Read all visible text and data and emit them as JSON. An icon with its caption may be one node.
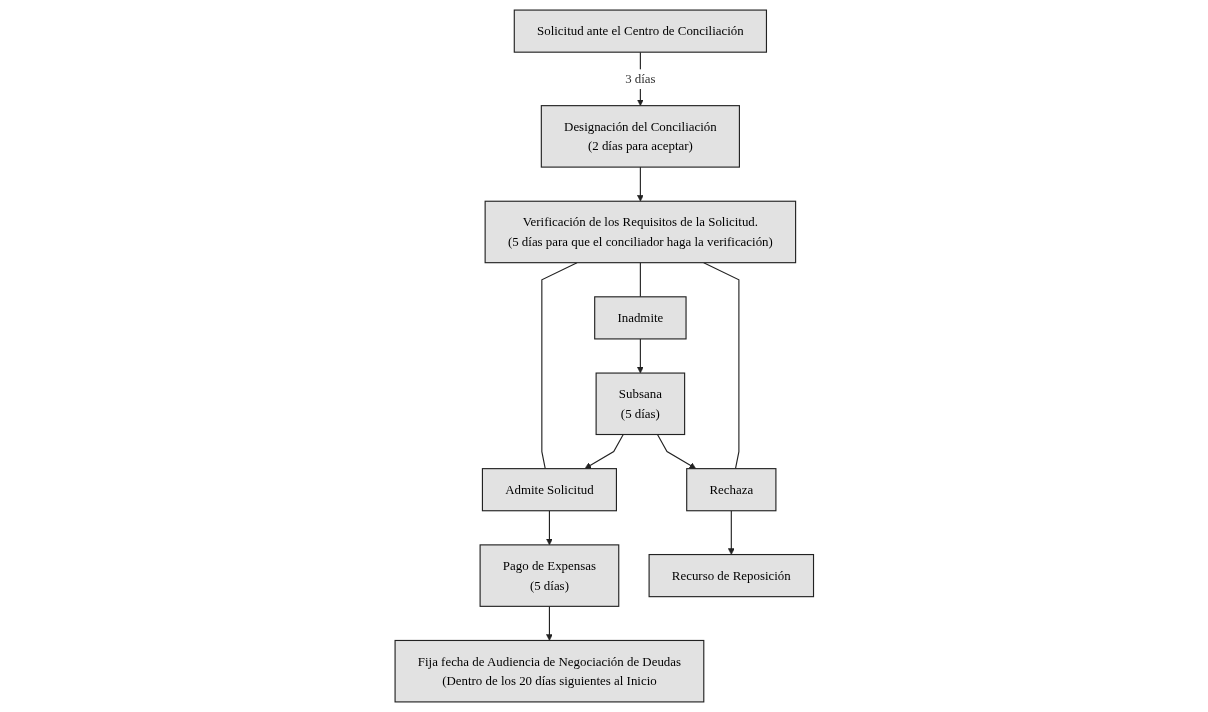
{
  "diagram": {
    "nodes": [
      {
        "text": [
          "Solicitud ante el Centro de Conciliación"
        ]
      },
      {
        "text": [
          "Designación del Conciliación",
          "(2 días para aceptar)"
        ]
      },
      {
        "text": [
          "Verificación de los Requisitos de la Solicitud.",
          "(5 días para que el conciliador haga la verificación)"
        ]
      },
      {
        "text": [
          "Admite Solicitud"
        ]
      },
      {
        "text": [
          "Inadmite"
        ]
      },
      {
        "text": [
          "Rechaza"
        ]
      },
      {
        "text": [
          "Pago de Expensas",
          "(5 días)"
        ]
      },
      {
        "text": [
          "Subsana",
          "(5 días)"
        ]
      },
      {
        "text": [
          "Recurso de Reposición"
        ]
      },
      {
        "text": [
          "Fija fecha de Audiencia de Negociación de Deudas",
          "(Dentro de los 20 días siguientes al Inicio"
        ]
      }
    ],
    "edges": [
      {
        "from": 0,
        "to": 1,
        "arrow": "to",
        "label": "3 días"
      },
      {
        "from": 1,
        "to": 2,
        "arrow": "to"
      },
      {
        "from": 2,
        "to": 3,
        "arrow": "none"
      },
      {
        "from": 2,
        "to": 4,
        "arrow": "none"
      },
      {
        "from": 2,
        "to": 5,
        "arrow": "none"
      },
      {
        "from": 3,
        "to": 6,
        "arrow": "to"
      },
      {
        "from": 4,
        "to": 7,
        "arrow": "to"
      },
      {
        "from": 7,
        "to": 3,
        "arrow": "to"
      },
      {
        "from": 7,
        "to": 5,
        "arrow": "to"
      },
      {
        "from": 5,
        "to": 8,
        "arrow": "to"
      },
      {
        "from": 6,
        "to": 9,
        "arrow": "to"
      }
    ]
  }
}
